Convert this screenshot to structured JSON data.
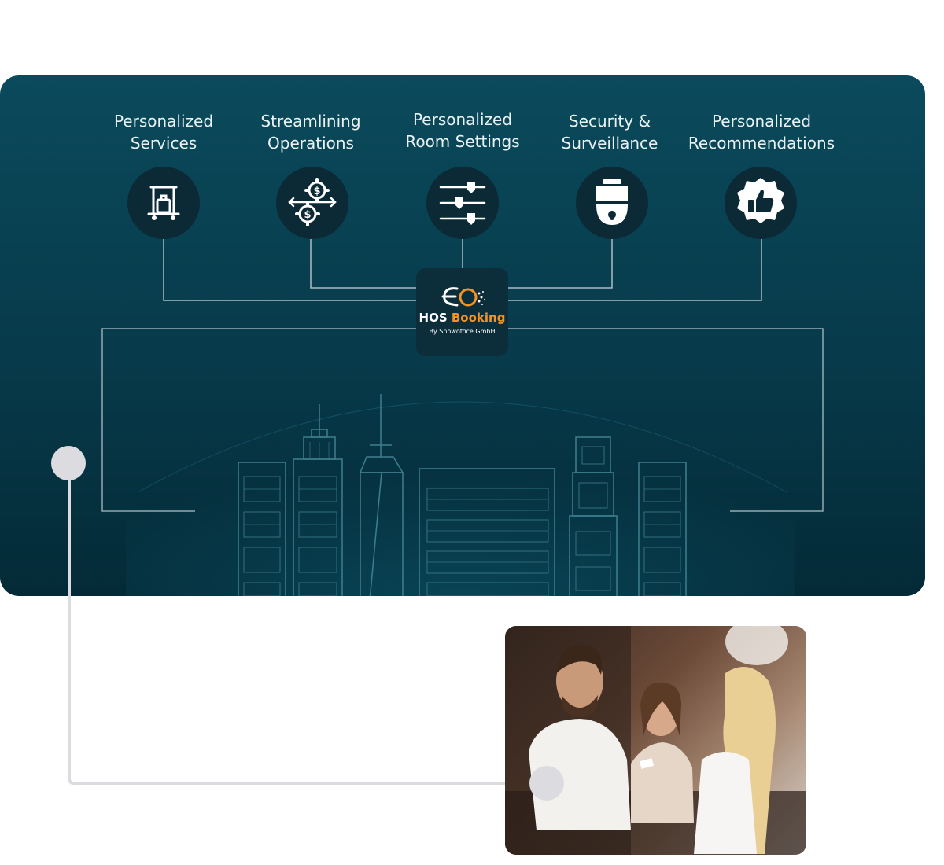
{
  "features": [
    {
      "label": "Personalized\nServices",
      "icon": "luggage-cart-icon"
    },
    {
      "label": "Streamlining\nOperations",
      "icon": "gears-dollar-icon"
    },
    {
      "label": "Personalized\nRoom Settings",
      "icon": "sliders-icon"
    },
    {
      "label": "Security &\nSurveillance",
      "icon": "security-camera-icon"
    },
    {
      "label": "Personalized\nRecommendations",
      "icon": "thumbs-up-badge-icon"
    }
  ],
  "brand": {
    "name_part1": "HOS ",
    "name_part2": "Booking",
    "subtitle": "By Snowoffice GmbH"
  },
  "colors": {
    "panel_dark": "#042a37",
    "panel_top": "#0a4a5c",
    "icon_circle": "#0b2a36",
    "connector": "#c9d4d8",
    "accent_orange": "#f29323",
    "outer_connector": "#dcdce0"
  }
}
